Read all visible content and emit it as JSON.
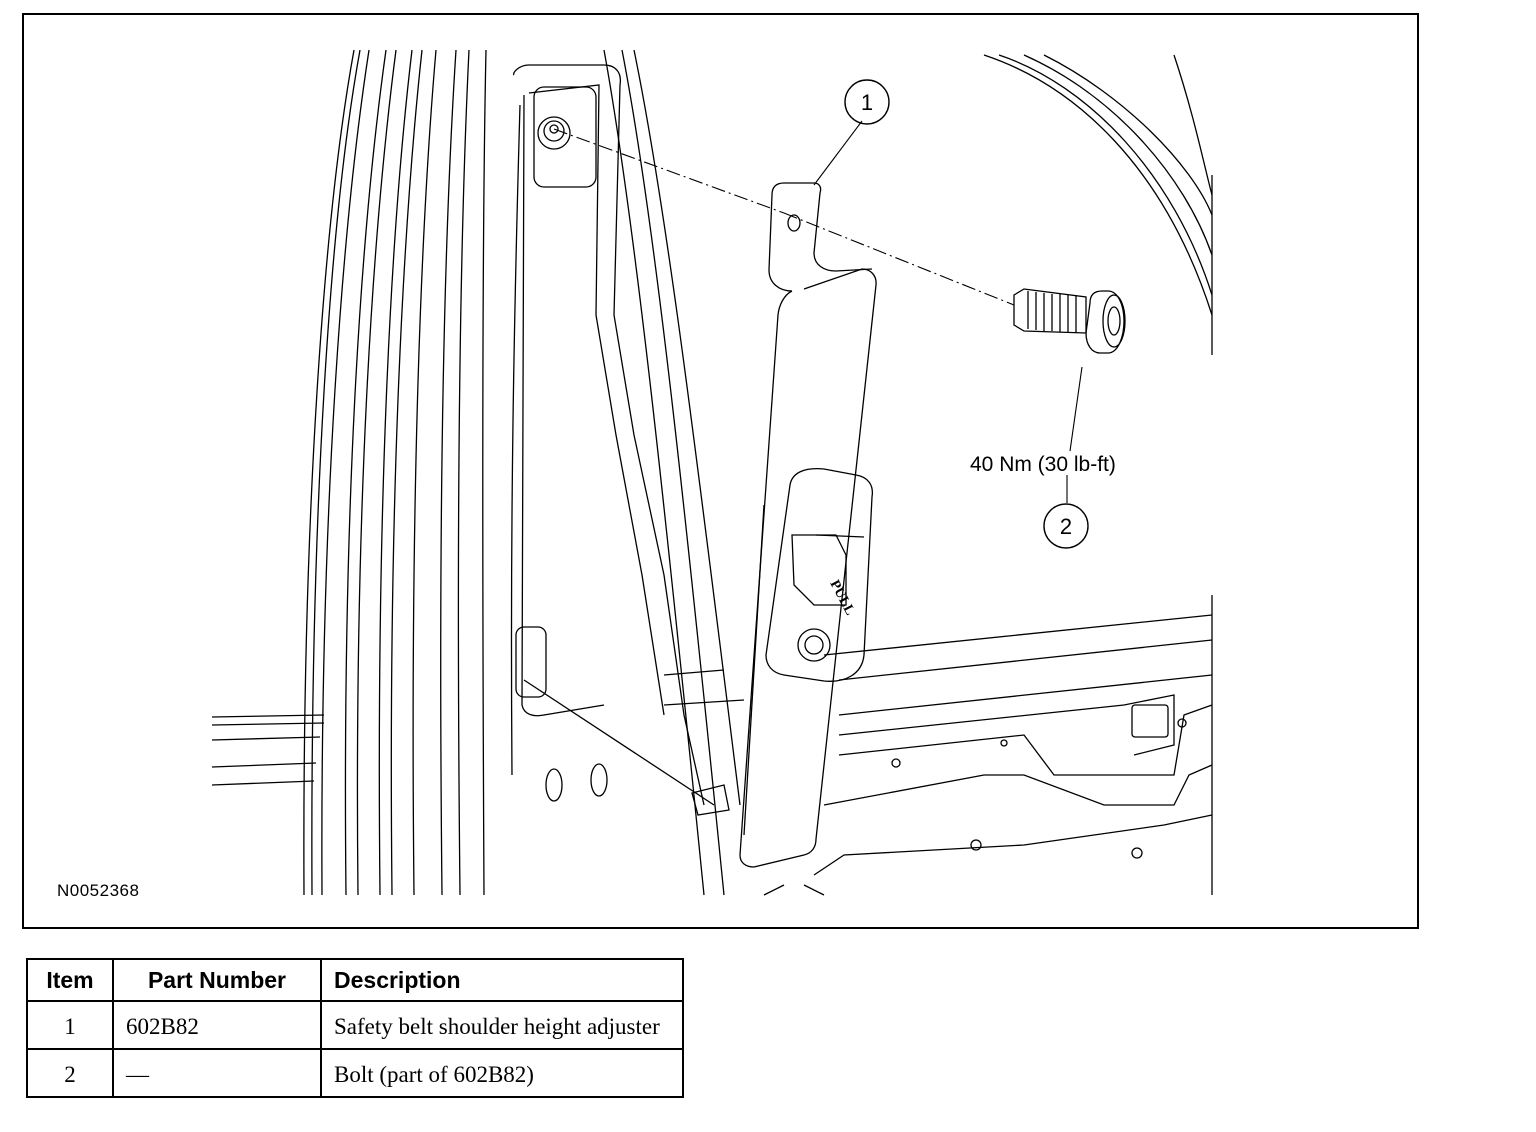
{
  "figure": {
    "id": "N0052368",
    "callouts": [
      "1",
      "2"
    ],
    "torque_spec": "40 Nm (30 lb-ft)",
    "button_text": "PULL"
  },
  "parts_table": {
    "headers": [
      "Item",
      "Part Number",
      "Description"
    ],
    "rows": [
      {
        "item": "1",
        "part_number": "602B82",
        "description": "Safety belt shoulder height adjuster"
      },
      {
        "item": "2",
        "part_number": "—",
        "description": "Bolt (part of 602B82)"
      }
    ]
  }
}
